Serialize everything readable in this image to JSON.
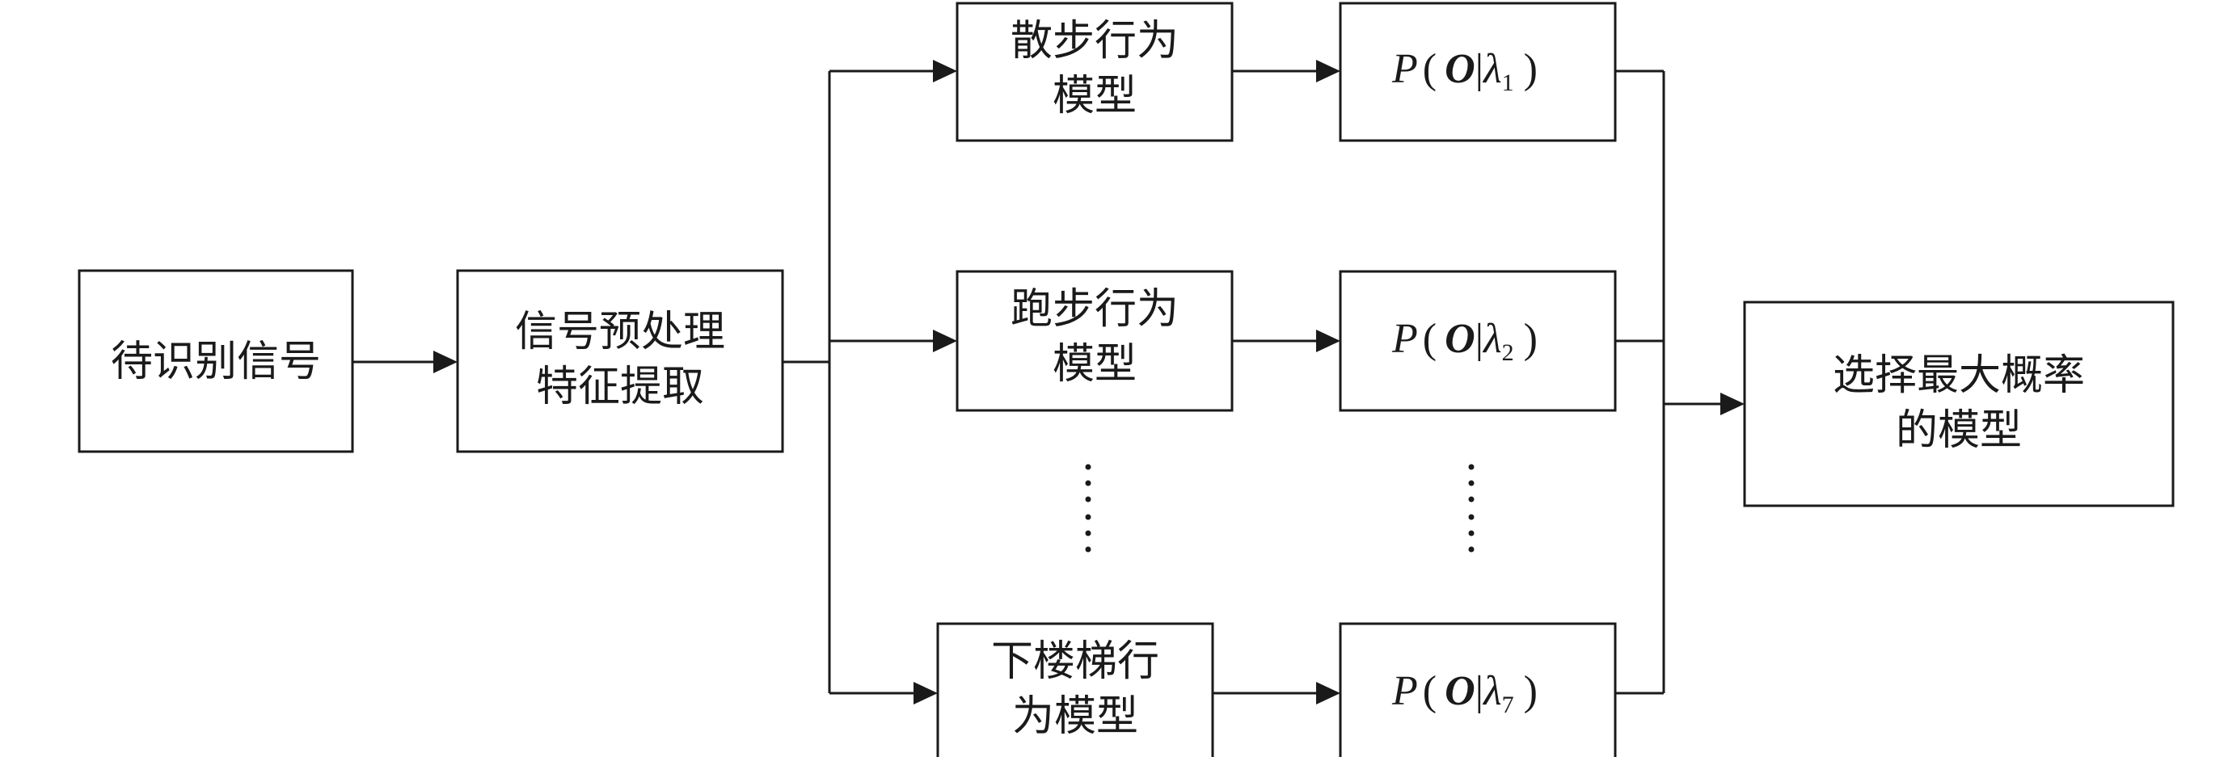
{
  "input_signal": "待识别信号",
  "preprocess": [
    "信号预处理",
    "特征提取"
  ],
  "models": [
    {
      "lines": [
        "散步行为",
        "模型"
      ],
      "prob": {
        "p": "P",
        "open": "(",
        "o": "O",
        "bar": "|",
        "lambda": "λ",
        "sub": "1",
        "close": ")"
      }
    },
    {
      "lines": [
        "跑步行为",
        "模型"
      ],
      "prob": {
        "p": "P",
        "open": "(",
        "o": "O",
        "bar": "|",
        "lambda": "λ",
        "sub": "2",
        "close": ")"
      }
    },
    {
      "lines": [
        "下楼梯行",
        "为模型"
      ],
      "prob": {
        "p": "P",
        "open": "(",
        "o": "O",
        "bar": "|",
        "lambda": "λ",
        "sub": "7",
        "close": ")"
      }
    }
  ],
  "output": [
    "选择最大概率",
    "的模型"
  ]
}
